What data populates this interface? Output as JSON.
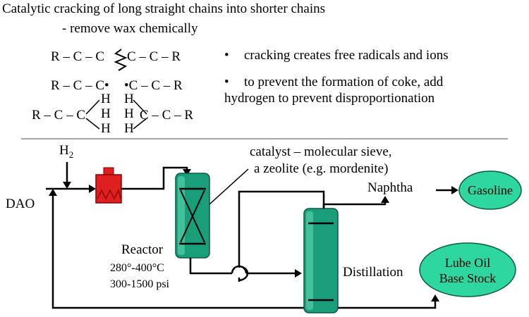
{
  "header": {
    "title": "Catalytic cracking of long straight chains into shorter chains",
    "subtitle": "- remove wax chemically"
  },
  "chemistry": {
    "row1": "R – C – C",
    "row1b": "C – C – R",
    "row2a": "R – C – C•",
    "row2b": "•C – C – R",
    "row3a": "R – C – C",
    "row3b": "C – C – R",
    "h": "H"
  },
  "bullets": [
    "cracking creates free radicals and ions",
    "to prevent the formation of coke, add",
    "hydrogen to prevent disproportionation"
  ],
  "flow": {
    "h2": "H",
    "h2_sub": "2",
    "dao": "DAO",
    "catalyst_line1": "catalyst – molecular sieve,",
    "catalyst_line2": "a zeolite (e.g. mordenite)",
    "naphtha": "Naphtha",
    "gasoline": "Gasoline",
    "reactor": "Reactor",
    "reactor_temp": "280°-400°C",
    "reactor_pressure": "300-1500 psi",
    "distillation": "Distillation",
    "lube_line1": "Lube Oil",
    "lube_line2": "Base Stock"
  },
  "colors": {
    "vessel": "#1a9e7a",
    "vessel_light": "#5fd6b0",
    "oval": "#2ed6a0",
    "heater": "#e02020",
    "heater_dark": "#8a0000"
  }
}
